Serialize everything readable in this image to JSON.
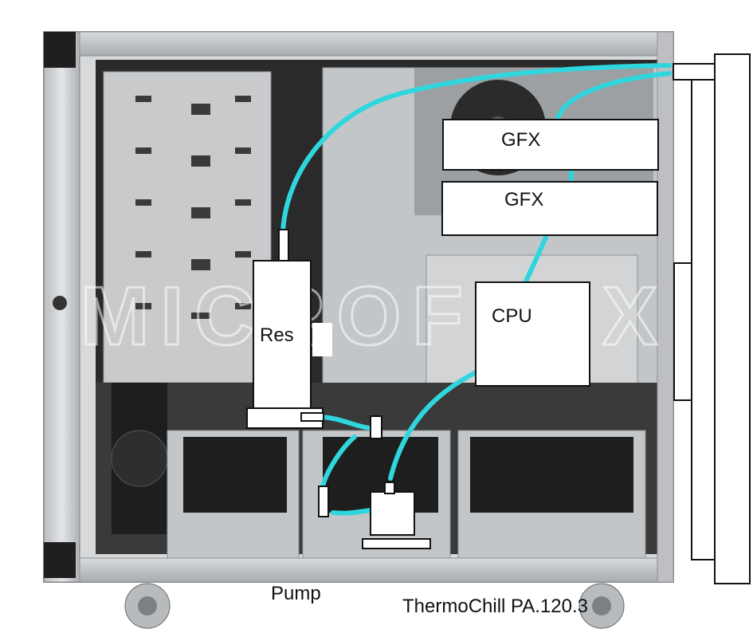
{
  "labels": {
    "gfx_top": "GFX",
    "gfx_bottom": "GFX",
    "cpu": "CPU",
    "res": "Res",
    "pump": "Pump",
    "radiator": "ThermoChill PA.120.3"
  },
  "watermark": "MICROFLEX",
  "colors": {
    "tubing": "#2fd6dd",
    "case_frame": "#c9cccf",
    "case_dark": "#1f1f1f",
    "tray": "#c0c3c6"
  }
}
